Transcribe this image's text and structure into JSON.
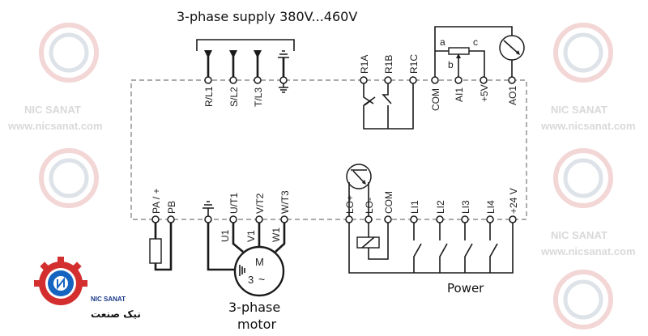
{
  "title": "3-phase supply 380V...460V",
  "supply_terminals": [
    "R/L1",
    "S/L2",
    "T/L3"
  ],
  "relay_terminals": [
    "R1A",
    "R1B",
    "R1C"
  ],
  "analog_terminals": [
    "COM",
    "AI1",
    "+5V",
    "AO1"
  ],
  "potentiometer_labels": {
    "a": "a",
    "b": "b",
    "c": "c"
  },
  "power_terminals": [
    "PA / +",
    "PB",
    "U/T1",
    "V/T2",
    "W/T3"
  ],
  "motor_winding_labels": [
    "U1",
    "V1",
    "W1"
  ],
  "motor": {
    "symbol": "M",
    "phase": "3",
    "wave": "~",
    "caption_line1": "3-phase",
    "caption_line2": "motor"
  },
  "logic_terminals": [
    "LO+",
    "LO-",
    "COM",
    "LI1",
    "LI2",
    "LI3",
    "LI4",
    "+24 V"
  ],
  "power_caption": "Power",
  "logo": {
    "latin": "NIC SANAT",
    "persian": "نیک صنعت",
    "colors": {
      "gear": "#d32f2f",
      "ring": "#1565c0"
    }
  },
  "watermark": {
    "text": "www.nicsanat.com",
    "brand": "NIC SANAT"
  }
}
